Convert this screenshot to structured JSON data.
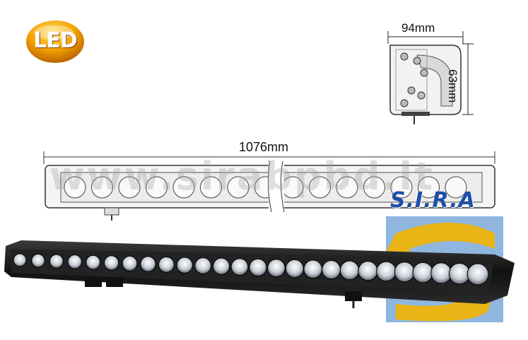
{
  "badge": {
    "label": "LED"
  },
  "dimensions": {
    "width": "94mm",
    "height": "63mm",
    "length": "1076mm"
  },
  "watermark": {
    "text": "www.sirabpbd.lt"
  },
  "logo": {
    "text": "S.I.R.A"
  },
  "colors": {
    "badge_orange": "#f5a300",
    "logo_blue": "#1e4fa8",
    "logo_yellow": "#f2b400",
    "bar_black": "#1a1a1a"
  }
}
